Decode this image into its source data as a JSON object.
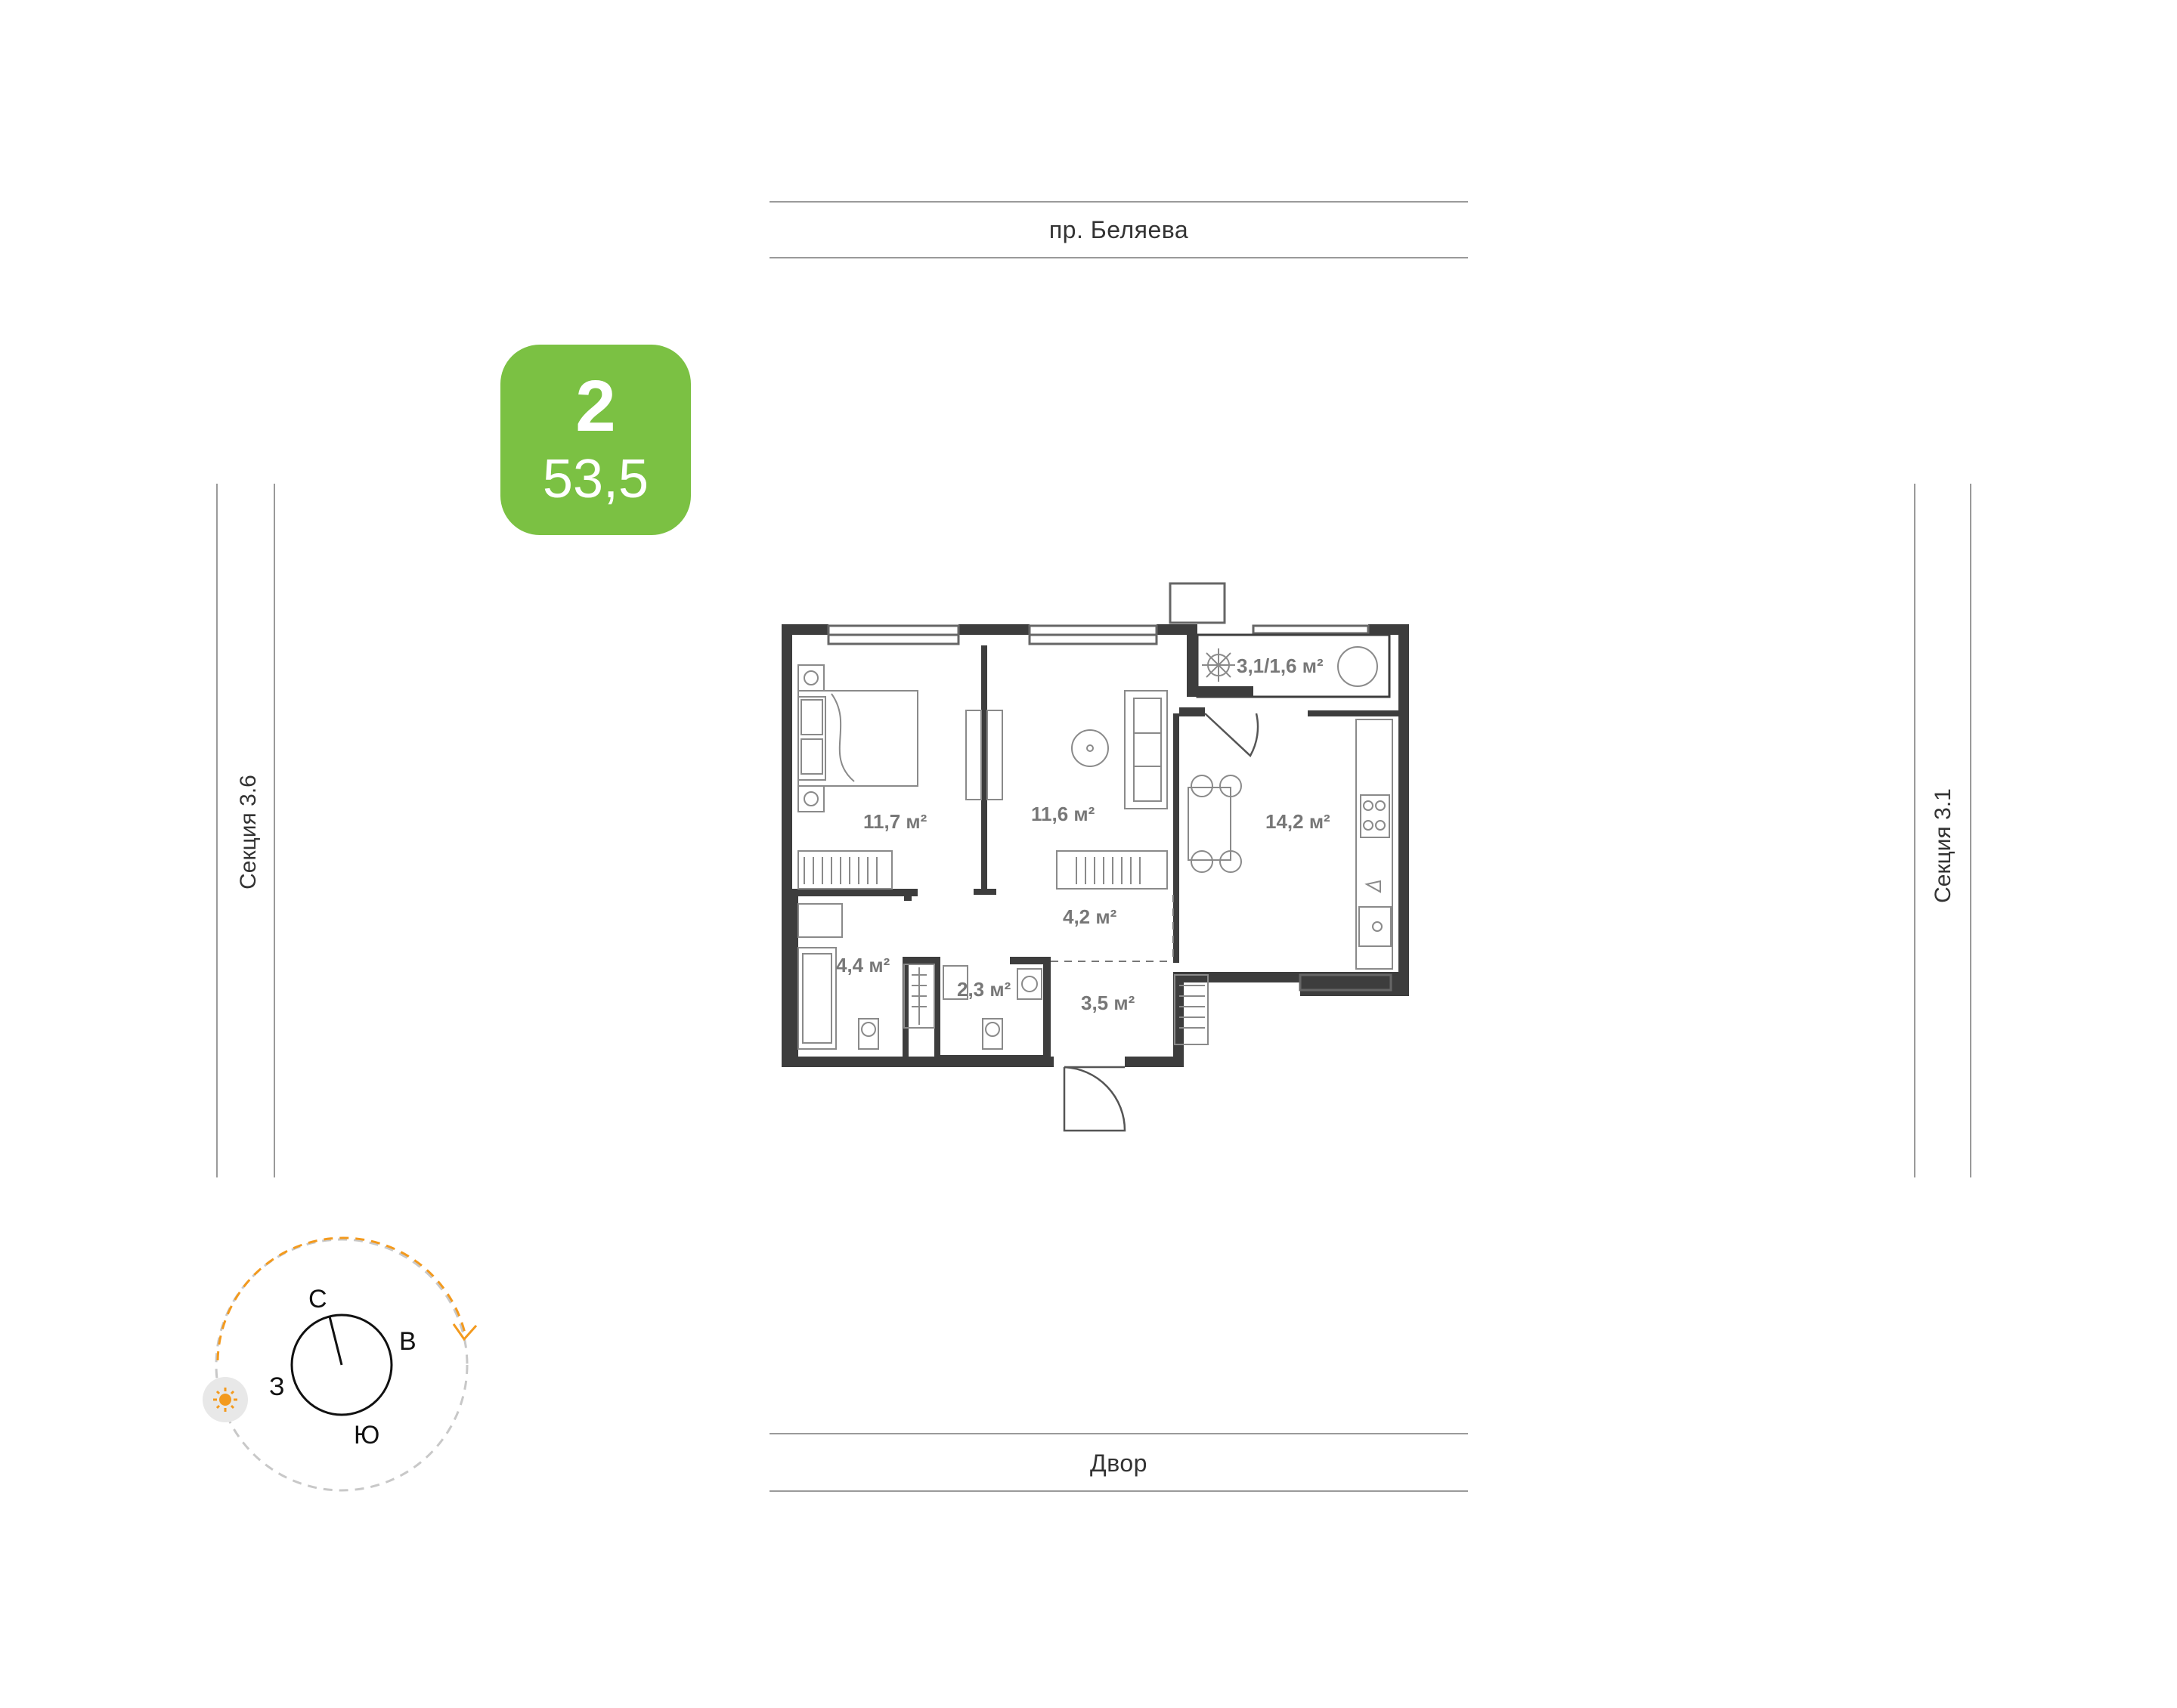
{
  "streets": {
    "top": "пр. Беляева",
    "bottom": "Двор"
  },
  "sections": {
    "left": "Секция 3.6",
    "right": "Секция 3.1"
  },
  "badge": {
    "rooms": "2",
    "area": "53,5",
    "color": "#7bc143"
  },
  "rooms": {
    "bedroom": "11,7 м²",
    "living": "11,6 м²",
    "kitchen": "14,2 м²",
    "balcony": "3,1/1,6 м²",
    "hall": "4,2 м²",
    "bathroom": "4,4 м²",
    "wc": "2,3 м²",
    "entry": "3,5 м²"
  },
  "compass": {
    "north": "С",
    "east": "В",
    "south": "Ю",
    "west": "З",
    "sun_color": "#f39a1e",
    "icons": [
      "sun-icon",
      "compass-needle-icon"
    ]
  },
  "colors": {
    "wall": "#3d3d3d",
    "line": "#9a9a9a",
    "furniture": "#8a8a8a"
  }
}
